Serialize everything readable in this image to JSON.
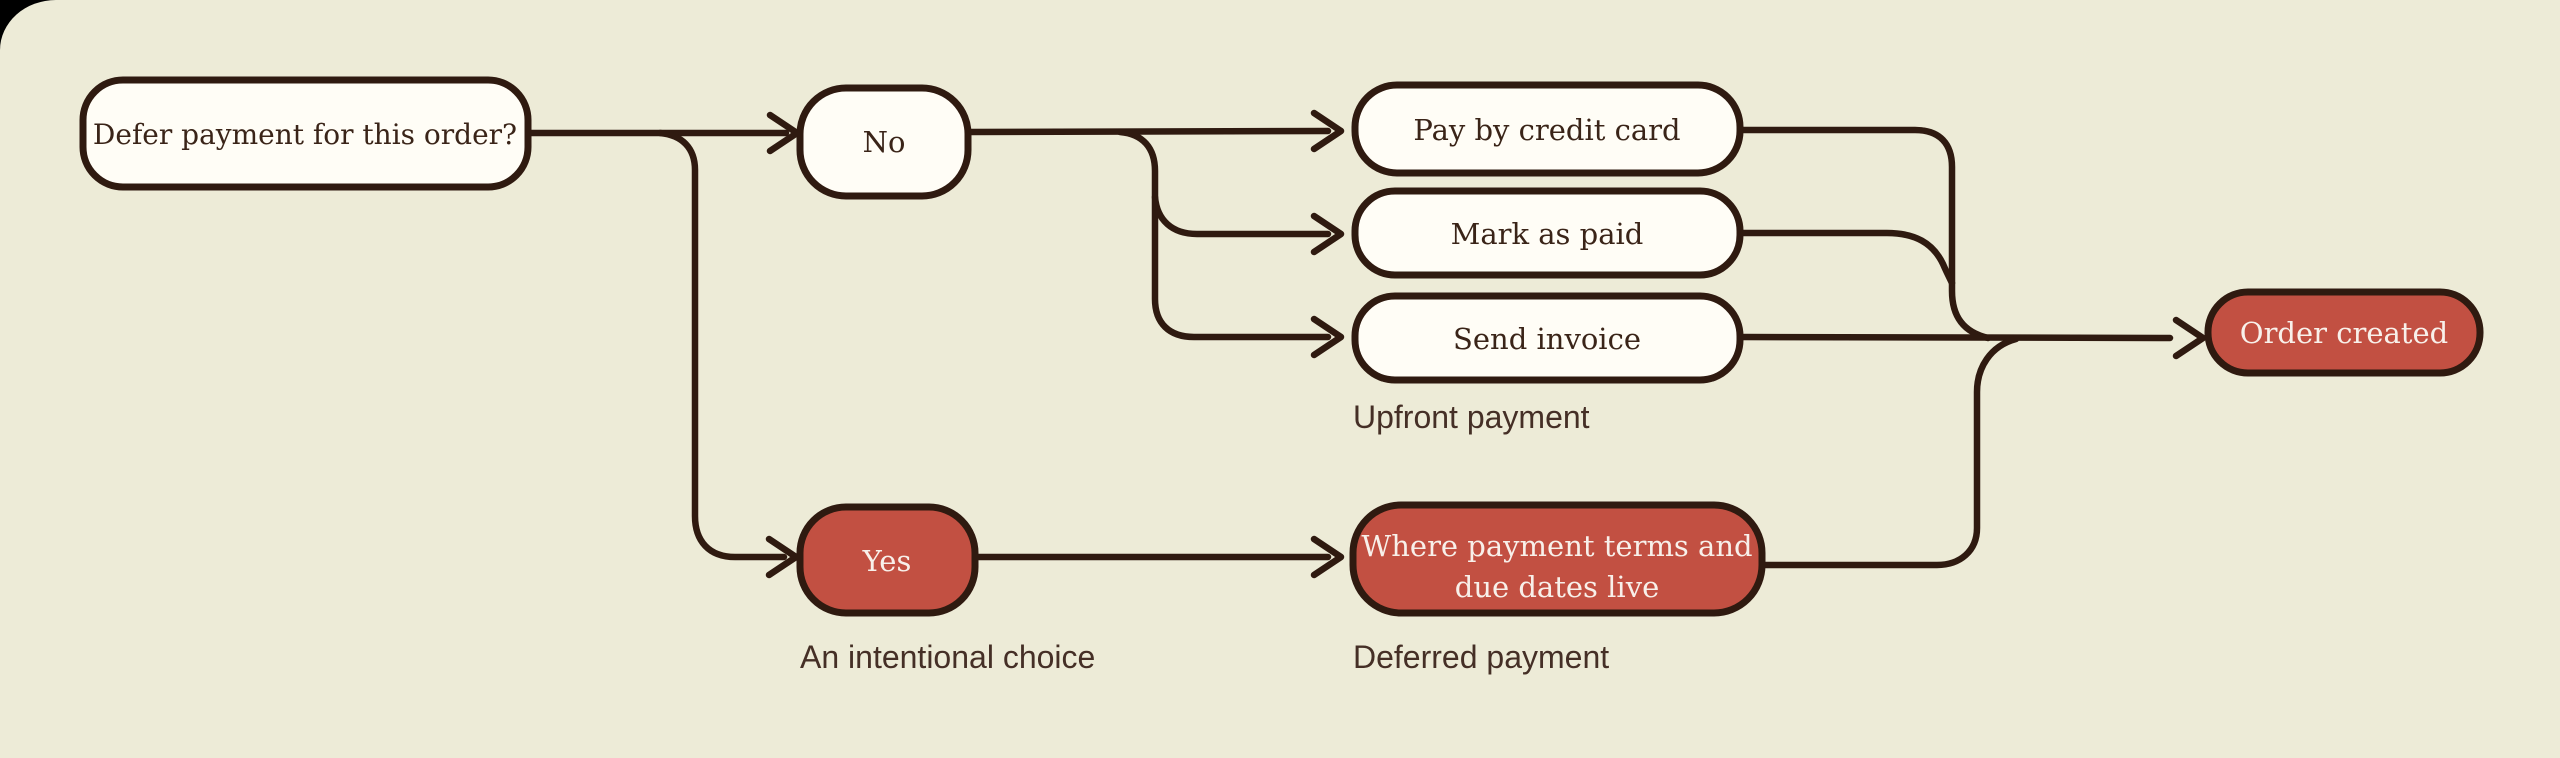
{
  "theme": {
    "page-bg": "#000000",
    "canvas-bg": "#edebd7",
    "line": "#2f1a10",
    "node-fill-light": "#fffdf6",
    "node-fill-accent": "#c25042",
    "node-text": "#3a2418",
    "accent-text": "#f8f0ea",
    "caption": "#452f26"
  },
  "nodes": [
    {
      "id": "start",
      "label": "Defer payment for this order?",
      "variant": "light"
    },
    {
      "id": "no",
      "label": "No",
      "variant": "light"
    },
    {
      "id": "pay-credit-card",
      "label": "Pay by credit card",
      "variant": "light"
    },
    {
      "id": "mark-as-paid",
      "label": "Mark as paid",
      "variant": "light"
    },
    {
      "id": "send-invoice",
      "label": "Send invoice",
      "variant": "light"
    },
    {
      "id": "yes",
      "label": "Yes",
      "variant": "accent"
    },
    {
      "id": "payment-terms",
      "label": "Where payment terms and due dates live",
      "line1": "Where payment terms and",
      "line2": "due dates live",
      "variant": "accent"
    },
    {
      "id": "order-created",
      "label": "Order created",
      "variant": "accent"
    }
  ],
  "captions": [
    {
      "id": "upfront",
      "text": "Upfront payment"
    },
    {
      "id": "intentional",
      "text": "An intentional choice"
    },
    {
      "id": "deferred",
      "text": "Deferred payment"
    }
  ],
  "edges": [
    {
      "from": "start",
      "to": "no"
    },
    {
      "from": "start",
      "to": "yes"
    },
    {
      "from": "no",
      "to": "pay-credit-card"
    },
    {
      "from": "no",
      "to": "mark-as-paid"
    },
    {
      "from": "no",
      "to": "send-invoice"
    },
    {
      "from": "pay-credit-card",
      "to": "order-created"
    },
    {
      "from": "mark-as-paid",
      "to": "order-created"
    },
    {
      "from": "send-invoice",
      "to": "order-created"
    },
    {
      "from": "yes",
      "to": "payment-terms"
    },
    {
      "from": "payment-terms",
      "to": "order-created"
    }
  ]
}
